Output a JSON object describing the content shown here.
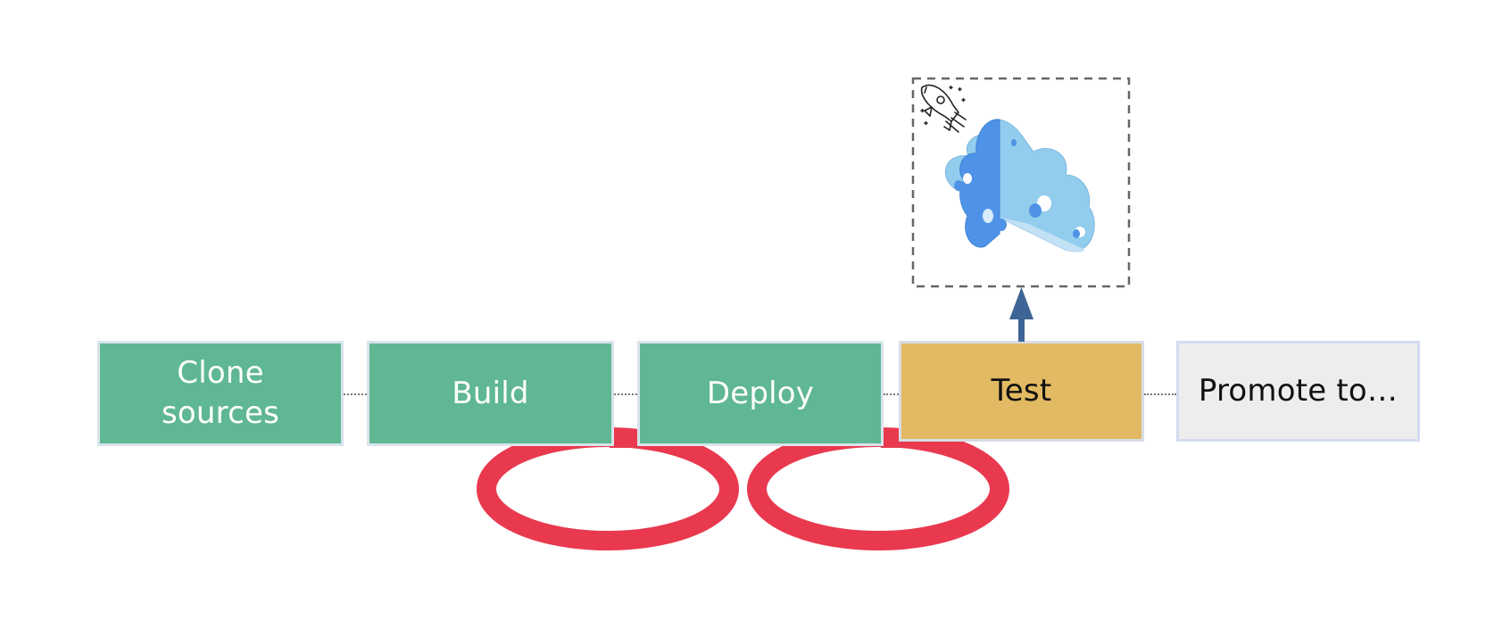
{
  "pipeline": {
    "steps": [
      {
        "label": "Clone\nsources",
        "status": "completed",
        "color": "#5fb793"
      },
      {
        "label": "Build",
        "status": "completed",
        "color": "#5fb793"
      },
      {
        "label": "Deploy",
        "status": "completed",
        "color": "#5fb793"
      },
      {
        "label": "Test",
        "status": "active",
        "color": "#e2ba63"
      },
      {
        "label": "Promote to…",
        "status": "pending",
        "color": "#ededed"
      }
    ]
  },
  "decorations": {
    "loop_symbol": {
      "icon": "infinity-loop",
      "color": "#e9394f"
    },
    "deployment_target": {
      "icon": "cloud-icon",
      "badge_icon": "rocket-icon",
      "frame_style": "dashed"
    },
    "arrow": {
      "icon": "arrow-up-icon",
      "color": "#3f6496"
    }
  }
}
